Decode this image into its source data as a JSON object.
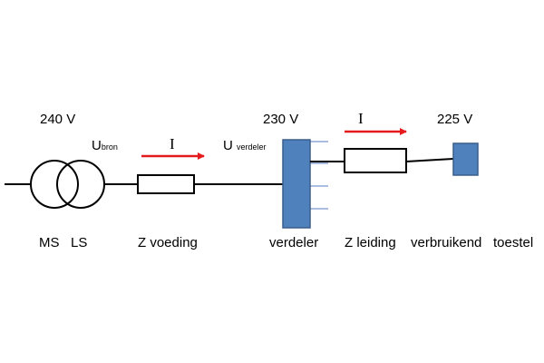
{
  "voltages": {
    "source": "240 V",
    "distribution": "230 V",
    "device": "225 V"
  },
  "u_source": {
    "main": "U",
    "sub": "bron"
  },
  "u_distribution": {
    "main": "U",
    "sub": "verdeler"
  },
  "current_labels": {
    "supply": "I",
    "line": "I"
  },
  "labels": {
    "ms": "MS",
    "ls": "LS",
    "z_supply": "Z voeding",
    "distributor": "verdeler",
    "z_line": "Z leiding",
    "consumer": "verbruikend",
    "device": "toestel"
  },
  "colors": {
    "box_fill": "#4f81bd",
    "box_stroke": "#385d8a",
    "arrow": "#e41a1c",
    "tick": "#8ea9db",
    "wire": "#000000"
  }
}
